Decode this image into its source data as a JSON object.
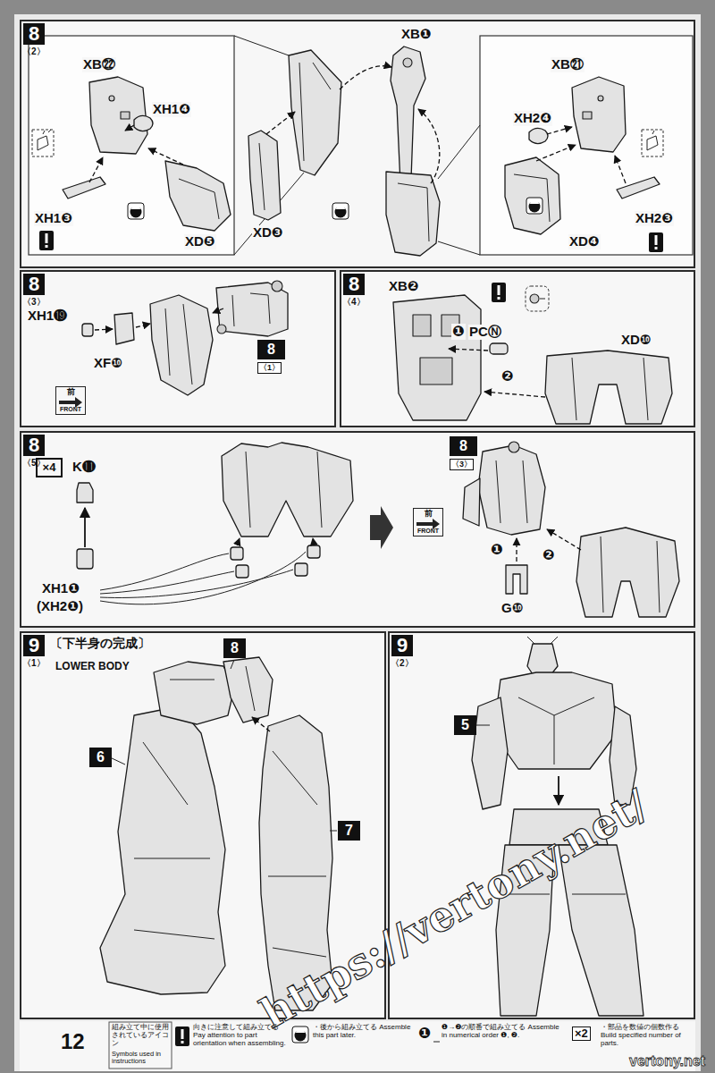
{
  "diagram": {
    "nodes": [
      {
        "text": [
          "8",
          "〈2〉"
        ]
      },
      {
        "text": [
          "8",
          "〈3〉"
        ]
      },
      {
        "text": [
          "8",
          "〈1〉"
        ],
        "in": 1
      },
      {
        "text": [
          "前",
          "FRONT"
        ],
        "in": 1
      },
      {
        "text": [
          "8",
          "〈4〉"
        ]
      },
      {
        "text": [
          "8",
          "〈5〉"
        ]
      },
      {
        "text": [
          "×4"
        ],
        "in": 5
      },
      {
        "text": [
          "8",
          "〈3〉"
        ],
        "in": 5
      },
      {
        "text": [
          "前",
          "FRONT"
        ],
        "in": 5
      },
      {
        "text": [
          "9",
          "〈1〉",
          "〔下半身の完成〕",
          "LOWER BODY"
        ]
      },
      {
        "text": [
          "8"
        ],
        "in": 9
      },
      {
        "text": [
          "6"
        ],
        "in": 9
      },
      {
        "text": [
          "7"
        ],
        "in": 9
      },
      {
        "text": [
          "9",
          "〈2〉"
        ]
      },
      {
        "text": [
          "5"
        ],
        "in": 13
      }
    ],
    "labels": [
      "XB㉒",
      "XH1❹",
      "XH1❸",
      "XD❺",
      "XD❸",
      "XB❶",
      "XB㉑",
      "XH2❹",
      "XH2❸",
      "XD❹",
      "XH1⓳",
      "XF❿",
      "XB❷",
      "❶",
      "PCⓃ",
      "XD❿",
      "❷",
      "K⓫",
      "XH1❶",
      "(XH2❶)",
      "❶",
      "❷",
      "G❿",
      "12",
      "組み立て中に使用されているアイコン",
      "Symbols used in instructions",
      "❶",
      "×2",
      "https://vertony.net/",
      "vertony.net"
    ],
    "legend": [
      {
        "text": "向きに注意して組み立てる Pay attention to part orientation when assembling."
      },
      {
        "text": "・後から組み立てる Assemble this part later."
      },
      {
        "text": "❶→❷の順番で組み立てる Assemble in numerical order ❶, ❷."
      },
      {
        "text": "・部品を数値の個数作る Build specified number of parts."
      }
    ]
  }
}
